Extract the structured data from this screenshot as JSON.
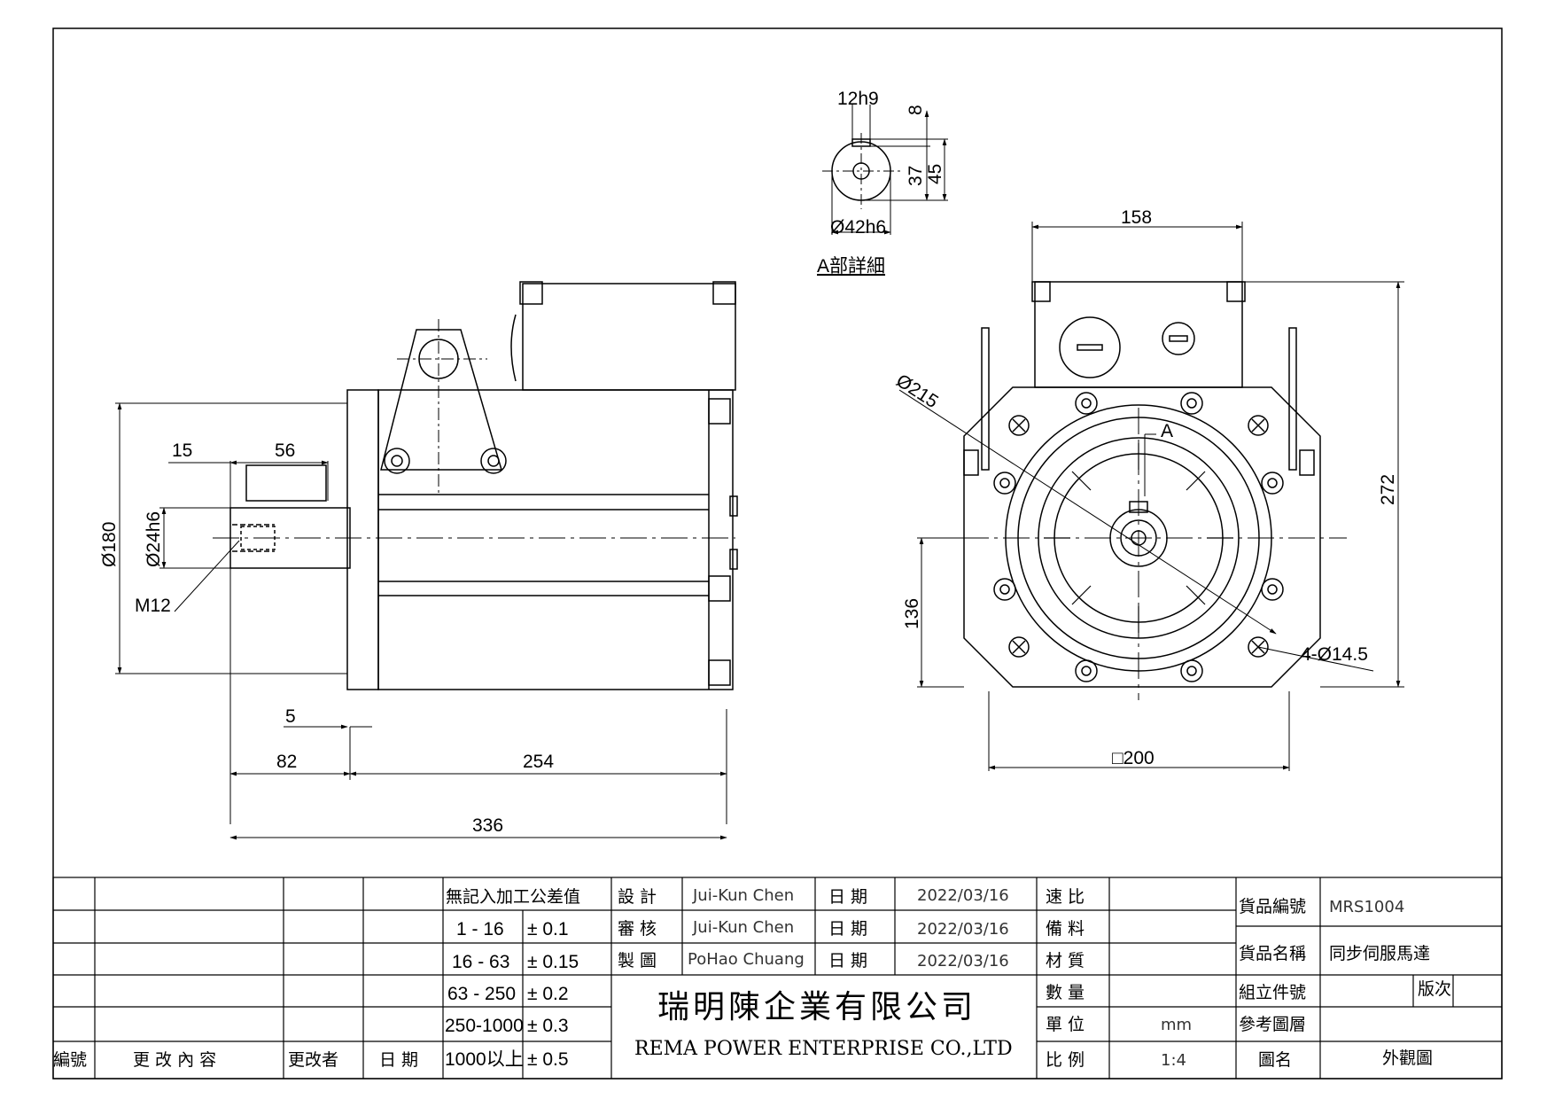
{
  "dimensions": {
    "keyway_width": "12h9",
    "keyway_depth": "8",
    "shaft_height_37": "37",
    "shaft_height_45": "45",
    "shaft_dia": "Ø42h6",
    "detail_label": "A部詳細",
    "width_158": "158",
    "pcd_215": "Ø215",
    "section_a": "A",
    "height_272": "272",
    "center_height_136": "136",
    "mount_holes": "4-Ø14.5",
    "flange_square": "□200",
    "flange_dia_180": "Ø180",
    "pilot_dia": "Ø24h6",
    "thread": "M12",
    "shaft_15": "15",
    "shaft_56": "56",
    "flange_5": "5",
    "shaft_82": "82",
    "body_254": "254",
    "total_336": "336"
  },
  "title_block": {
    "tolerance_title": "無記入加工公差值",
    "tolerances": [
      {
        "range": "1 - 16",
        "tol": "± 0.1"
      },
      {
        "range": "16 - 63",
        "tol": "± 0.15"
      },
      {
        "range": "63 - 250",
        "tol": "± 0.2"
      },
      {
        "range": "250-1000",
        "tol": "± 0.3"
      },
      {
        "range": "1000以上",
        "tol": "± 0.5"
      }
    ],
    "rev_headers": {
      "no": "編號",
      "content": "更 改 內 容",
      "by": "更改者",
      "date": "日 期"
    },
    "design_label": "設 計",
    "design_name": "Jui-Kun Chen",
    "review_label": "審 核",
    "review_name": "Jui-Kun Chen",
    "draw_label": "製 圖",
    "draw_name": "PoHao Chuang",
    "date_label": "日 期",
    "date_1": "2022/03/16",
    "date_2": "2022/03/16",
    "date_3": "2022/03/16",
    "company_cn": "瑞明陳企業有限公司",
    "company_en": "REMA POWER ENTERPRISE CO.,LTD",
    "ratio_label": "速 比",
    "spare_label": "備 料",
    "material_label": "材 質",
    "qty_label": "數 量",
    "unit_label": "單 位",
    "unit_value": "mm",
    "scale_label": "比 例",
    "scale_value": "1:4",
    "part_no_label": "貨品編號",
    "part_no": "MRS1004",
    "part_name_label": "貨品名稱",
    "part_name": "同步伺服馬達",
    "assembly_label": "組立件號",
    "version_label": "版次",
    "ref_label": "參考圖層",
    "drawing_name_label": "圖名",
    "drawing_name": "外觀圖"
  }
}
